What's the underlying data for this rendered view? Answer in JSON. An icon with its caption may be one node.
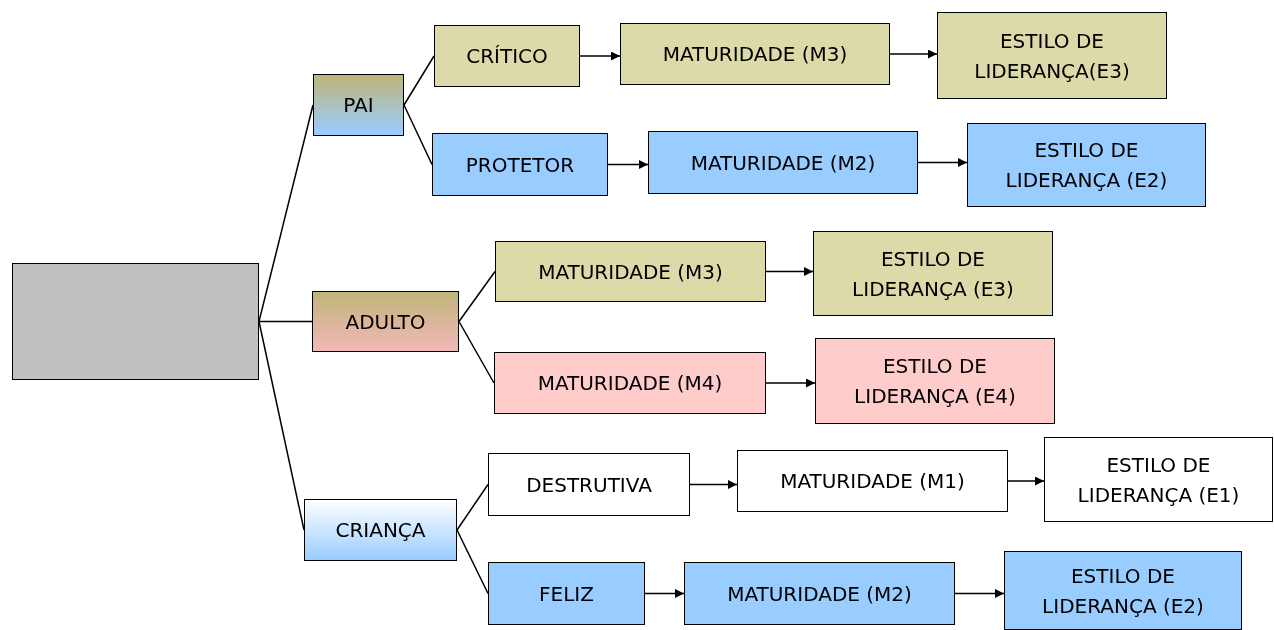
{
  "diagram": {
    "nodes": [
      {
        "text": [],
        "shape": "box"
      },
      {
        "text": [
          "PAI"
        ]
      },
      {
        "text": [
          "ADULTO"
        ]
      },
      {
        "text": [
          "CRIANÇA"
        ]
      },
      {
        "text": [
          "CRÍTICO"
        ]
      },
      {
        "text": [
          "MATURIDADE (M3)"
        ]
      },
      {
        "text": [
          "ESTILO DE LIDERANÇA(E3)"
        ]
      },
      {
        "text": [
          "PROTETOR"
        ]
      },
      {
        "text": [
          "MATURIDADE (M2)"
        ]
      },
      {
        "text": [
          "ESTILO DE LIDERANÇA (E2)"
        ]
      },
      {
        "text": [
          "MATURIDADE (M3)"
        ]
      },
      {
        "text": [
          "ESTILO DE LIDERANÇA (E3)"
        ]
      },
      {
        "text": [
          "MATURIDADE (M4)"
        ]
      },
      {
        "text": [
          "ESTILO DE LIDERANÇA (E4)"
        ]
      },
      {
        "text": [
          "DESTRUTIVA"
        ]
      },
      {
        "text": [
          "MATURIDADE (M1)"
        ]
      },
      {
        "text": [
          "ESTILO DE LIDERANÇA (E1)"
        ]
      },
      {
        "text": [
          "FELIZ"
        ]
      },
      {
        "text": [
          "MATURIDADE (M2)"
        ]
      },
      {
        "text": [
          "ESTILO DE LIDERANÇA (E2)"
        ]
      }
    ],
    "edges": [
      {
        "from": 0,
        "to": 1,
        "arrow": "none"
      },
      {
        "from": 0,
        "to": 2,
        "arrow": "none"
      },
      {
        "from": 0,
        "to": 3,
        "arrow": "none"
      },
      {
        "from": 1,
        "to": 4,
        "arrow": "none"
      },
      {
        "from": 1,
        "to": 7,
        "arrow": "none"
      },
      {
        "from": 2,
        "to": 10,
        "arrow": "none"
      },
      {
        "from": 2,
        "to": 12,
        "arrow": "none"
      },
      {
        "from": 3,
        "to": 14,
        "arrow": "none"
      },
      {
        "from": 3,
        "to": 17,
        "arrow": "none"
      },
      {
        "from": 4,
        "to": 5,
        "arrow": "to"
      },
      {
        "from": 5,
        "to": 6,
        "arrow": "to"
      },
      {
        "from": 7,
        "to": 8,
        "arrow": "to"
      },
      {
        "from": 8,
        "to": 9,
        "arrow": "to"
      },
      {
        "from": 10,
        "to": 11,
        "arrow": "to"
      },
      {
        "from": 12,
        "to": 13,
        "arrow": "to"
      },
      {
        "from": 14,
        "to": 15,
        "arrow": "to"
      },
      {
        "from": 15,
        "to": 16,
        "arrow": "to"
      },
      {
        "from": 17,
        "to": 18,
        "arrow": "to"
      },
      {
        "from": 18,
        "to": 19,
        "arrow": "to"
      }
    ]
  }
}
